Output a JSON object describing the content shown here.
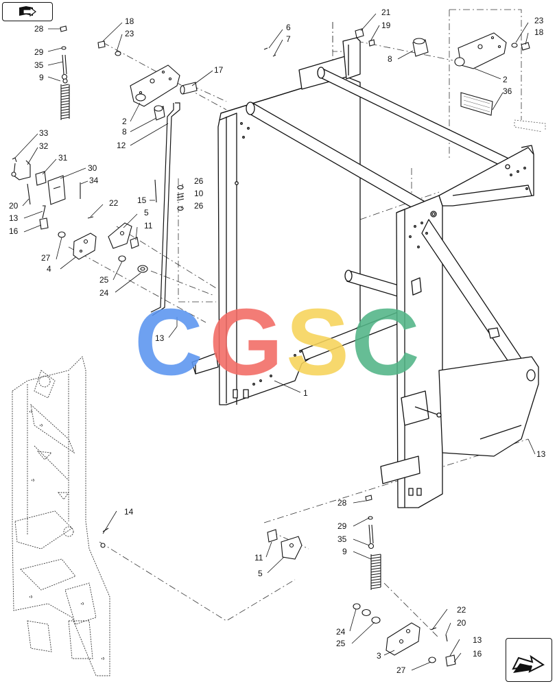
{
  "watermark": {
    "letters": [
      {
        "char": "C",
        "color": "#5b95f0"
      },
      {
        "char": "G",
        "color": "#f26a64"
      },
      {
        "char": "S",
        "color": "#f6d35a"
      },
      {
        "char": "C",
        "color": "#52b587"
      }
    ]
  },
  "nav": {
    "top_left_icon": "book-arrow-icon",
    "bottom_right_icon": "next-page-arrow-icon"
  },
  "callouts": {
    "c28a": "28",
    "c29a": "29",
    "c35a": "35",
    "c9a": "9",
    "c18a": "18",
    "c23a": "23",
    "c17": "17",
    "c2a": "2",
    "c8a": "8",
    "c12": "12",
    "c6": "6",
    "c7": "7",
    "c21": "21",
    "c19": "19",
    "c8b": "8",
    "c2b": "2",
    "c23b": "23",
    "c18b": "18",
    "c36": "36",
    "c33": "33",
    "c32": "32",
    "c31": "31",
    "c30": "30",
    "c34": "34",
    "c20a": "20",
    "c13a": "13",
    "c16a": "16",
    "c22a": "22",
    "c5a": "5",
    "c11a": "11",
    "c27a": "27",
    "c4": "4",
    "c25a": "25",
    "c24a": "24",
    "c15": "15",
    "c26a": "26",
    "c10": "10",
    "c26b": "26",
    "c13b": "13",
    "c1": "1",
    "c13c": "13",
    "c14": "14",
    "c28b": "28",
    "c29b": "29",
    "c35b": "35",
    "c9b": "9",
    "c11b": "11",
    "c5b": "5",
    "c24b": "24",
    "c25b": "25",
    "c3": "3",
    "c22b": "22",
    "c20b": "20",
    "c13d": "13",
    "c16b": "16",
    "c27b": "27"
  }
}
